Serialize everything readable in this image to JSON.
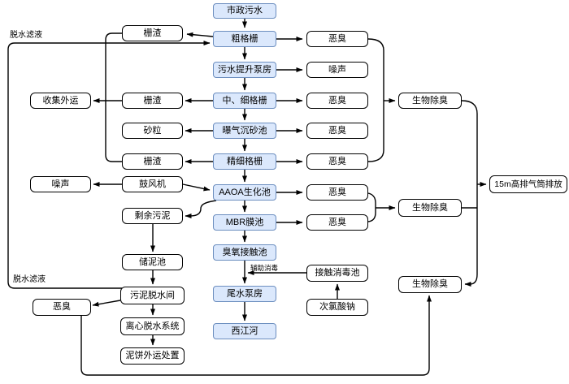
{
  "diagram": {
    "type": "flowchart",
    "subject": "wastewater treatment process flow with odor, noise and sludge handling",
    "colors": {
      "process_fill": "#dbe8fc",
      "process_border": "#6c8ebf",
      "aux_fill": "#ffffff",
      "aux_border": "#000000",
      "line": "#000000"
    },
    "nodes": [
      {
        "label": "市政污水",
        "kind": "process"
      },
      {
        "label": "粗格栅",
        "kind": "process"
      },
      {
        "label": "污水提升泵房",
        "kind": "process"
      },
      {
        "label": "中、细格栅",
        "kind": "process"
      },
      {
        "label": "曝气沉砂池",
        "kind": "process"
      },
      {
        "label": "精细格栅",
        "kind": "process"
      },
      {
        "label": "AAOA生化池",
        "kind": "process"
      },
      {
        "label": "MBR膜池",
        "kind": "process"
      },
      {
        "label": "臭氧接触池",
        "kind": "process"
      },
      {
        "label": "尾水泵房",
        "kind": "process"
      },
      {
        "label": "西江河",
        "kind": "process"
      },
      {
        "label": "栅渣",
        "kind": "aux"
      },
      {
        "label": "栅渣",
        "kind": "aux"
      },
      {
        "label": "砂粒",
        "kind": "aux"
      },
      {
        "label": "栅渣",
        "kind": "aux"
      },
      {
        "label": "收集外运",
        "kind": "aux"
      },
      {
        "label": "噪声",
        "kind": "aux"
      },
      {
        "label": "鼓风机",
        "kind": "aux"
      },
      {
        "label": "剩余污泥",
        "kind": "aux"
      },
      {
        "label": "储泥池",
        "kind": "aux"
      },
      {
        "label": "污泥脱水间",
        "kind": "aux"
      },
      {
        "label": "离心脱水系统",
        "kind": "aux"
      },
      {
        "label": "泥饼外运处置",
        "kind": "aux"
      },
      {
        "label": "恶臭",
        "kind": "aux"
      },
      {
        "label": "恶臭",
        "kind": "aux"
      },
      {
        "label": "噪声",
        "kind": "aux"
      },
      {
        "label": "恶臭",
        "kind": "aux"
      },
      {
        "label": "恶臭",
        "kind": "aux"
      },
      {
        "label": "恶臭",
        "kind": "aux"
      },
      {
        "label": "恶臭",
        "kind": "aux"
      },
      {
        "label": "恶臭",
        "kind": "aux"
      },
      {
        "label": "接触消毒池",
        "kind": "aux"
      },
      {
        "label": "次氯酸钠",
        "kind": "aux"
      },
      {
        "label": "生物除臭",
        "kind": "aux"
      },
      {
        "label": "生物除臭",
        "kind": "aux"
      },
      {
        "label": "生物除臭",
        "kind": "aux"
      },
      {
        "label": "15m高排气筒排放",
        "kind": "aux"
      }
    ],
    "edge_labels": {
      "dewatering_filtrate": "脱水滤液",
      "aux_disinfection": "辅助消毒"
    },
    "edges": [
      {
        "from": "市政污水",
        "to": "粗格栅"
      },
      {
        "from": "粗格栅",
        "to": "污水提升泵房"
      },
      {
        "from": "污水提升泵房",
        "to": "中、细格栅"
      },
      {
        "from": "中、细格栅",
        "to": "曝气沉砂池"
      },
      {
        "from": "曝气沉砂池",
        "to": "精细格栅"
      },
      {
        "from": "精细格栅",
        "to": "AAOA生化池"
      },
      {
        "from": "AAOA生化池",
        "to": "MBR膜池"
      },
      {
        "from": "MBR膜池",
        "to": "臭氧接触池"
      },
      {
        "from": "臭氧接触池",
        "to": "尾水泵房"
      },
      {
        "from": "尾水泵房",
        "to": "西江河"
      },
      {
        "from": "粗格栅",
        "to": "栅渣(上)"
      },
      {
        "from": "中、细格栅",
        "to": "栅渣(中)"
      },
      {
        "from": "曝气沉砂池",
        "to": "砂粒"
      },
      {
        "from": "精细格栅",
        "to": "栅渣(下)"
      },
      {
        "from": "栅渣(上/中/下)",
        "to": "收集外运"
      },
      {
        "from": "粗格栅",
        "to": "恶臭"
      },
      {
        "from": "污水提升泵房",
        "to": "噪声"
      },
      {
        "from": "中、细格栅",
        "to": "恶臭"
      },
      {
        "from": "曝气沉砂池",
        "to": "恶臭"
      },
      {
        "from": "精细格栅",
        "to": "恶臭"
      },
      {
        "from": "AAOA生化池",
        "to": "恶臭"
      },
      {
        "from": "MBR膜池",
        "to": "恶臭"
      },
      {
        "from": "恶臭(粗格栅/精细格栅)",
        "to": "生物除臭1"
      },
      {
        "from": "恶臭(AAOA/MBR)",
        "to": "生物除臭2"
      },
      {
        "from": "生物除臭1/2",
        "to": "15m高排气筒排放"
      },
      {
        "from": "排气立管",
        "to": "生物除臭3"
      },
      {
        "from": "鼓风机",
        "to": "噪声"
      },
      {
        "from": "鼓风机",
        "to": "AAOA生化池"
      },
      {
        "from": "AAOA生化池/MBR膜池",
        "to": "剩余污泥"
      },
      {
        "from": "剩余污泥",
        "to": "储泥池"
      },
      {
        "from": "储泥池",
        "to": "污泥脱水间"
      },
      {
        "from": "污泥脱水间",
        "to": "离心脱水系统"
      },
      {
        "from": "离心脱水系统",
        "to": "泥饼外运处置"
      },
      {
        "from": "污泥脱水间",
        "to": "恶臭(左下)"
      },
      {
        "from": "污泥脱水间",
        "to": "粗格栅",
        "label": "脱水滤液"
      },
      {
        "from": "恶臭(左下)",
        "to": "生物除臭3"
      },
      {
        "from": "接触消毒池",
        "to": "主流程",
        "label": "辅助消毒"
      },
      {
        "from": "次氯酸钠",
        "to": "接触消毒池"
      }
    ]
  }
}
